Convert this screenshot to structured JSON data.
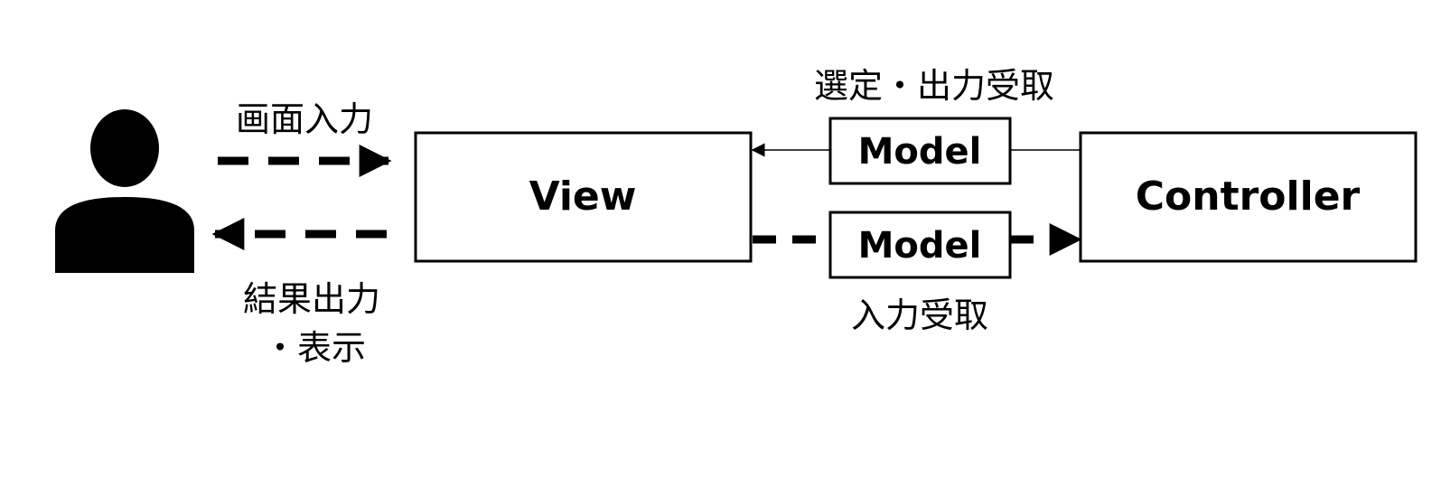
{
  "user": {
    "icon": "user-icon"
  },
  "labels": {
    "screen_input": "画面入力",
    "result_output_line1": "結果出力",
    "result_output_line2": "・表示",
    "select_output_receive": "選定・出力受取",
    "input_receive": "入力受取"
  },
  "boxes": {
    "view": "View",
    "controller": "Controller",
    "model_top": "Model",
    "model_bottom": "Model"
  },
  "colors": {
    "stroke": "#000000",
    "background": "#ffffff"
  }
}
